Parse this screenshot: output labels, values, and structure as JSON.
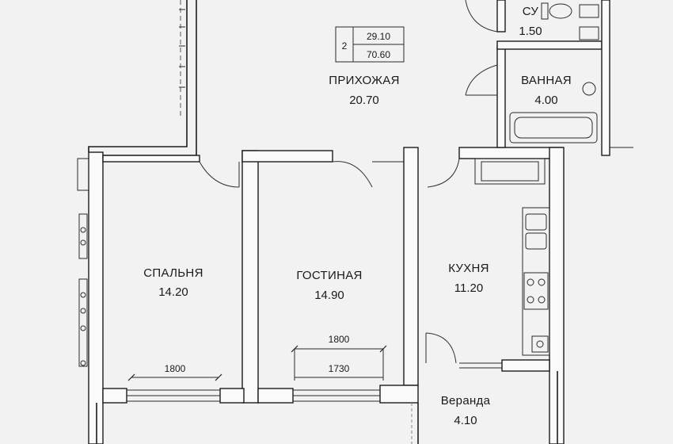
{
  "rooms": {
    "hallway": {
      "name": "ПРИХОЖАЯ",
      "area": "20.70"
    },
    "wc": {
      "name": "СУ",
      "area": "1.50"
    },
    "bathroom": {
      "name": "ВАННАЯ",
      "area": "4.00"
    },
    "bedroom": {
      "name": "СПАЛЬНЯ",
      "area": "14.20"
    },
    "living": {
      "name": "ГОСТИНАЯ",
      "area": "14.90"
    },
    "kitchen": {
      "name": "КУХНЯ",
      "area": "11.20"
    },
    "veranda": {
      "name": "Веранда",
      "area": "4.10"
    }
  },
  "apartment_tag": {
    "rooms_count": "2",
    "living_area": "29.10",
    "total_area": "70.60"
  },
  "dimensions": {
    "bedroom_window": "1800",
    "living_window_outer": "1800",
    "living_window_inner": "1730"
  }
}
